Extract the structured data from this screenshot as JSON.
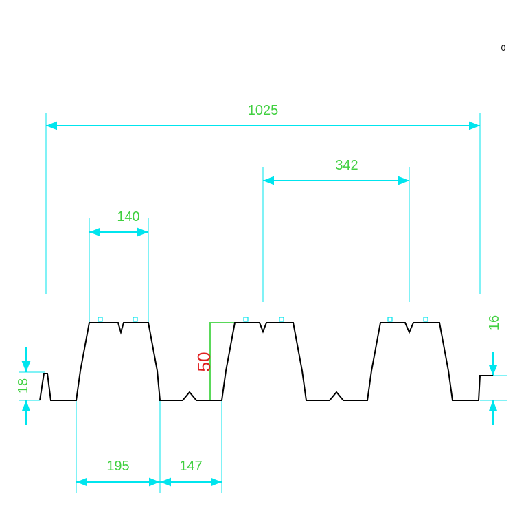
{
  "dimensions": {
    "overall_width": "1025",
    "rib_pitch": "342",
    "top_flange_width": "140",
    "bottom_width_a": "195",
    "bottom_width_b": "147",
    "rib_height": "50",
    "left_edge_height": "18",
    "right_edge_height": "16"
  },
  "marker": "0",
  "colors": {
    "profile": "#000000",
    "dimension_line": "#00e5ee",
    "dimension_text": "#40d040",
    "height_text": "#e02020",
    "height_line": "#22cc22"
  }
}
